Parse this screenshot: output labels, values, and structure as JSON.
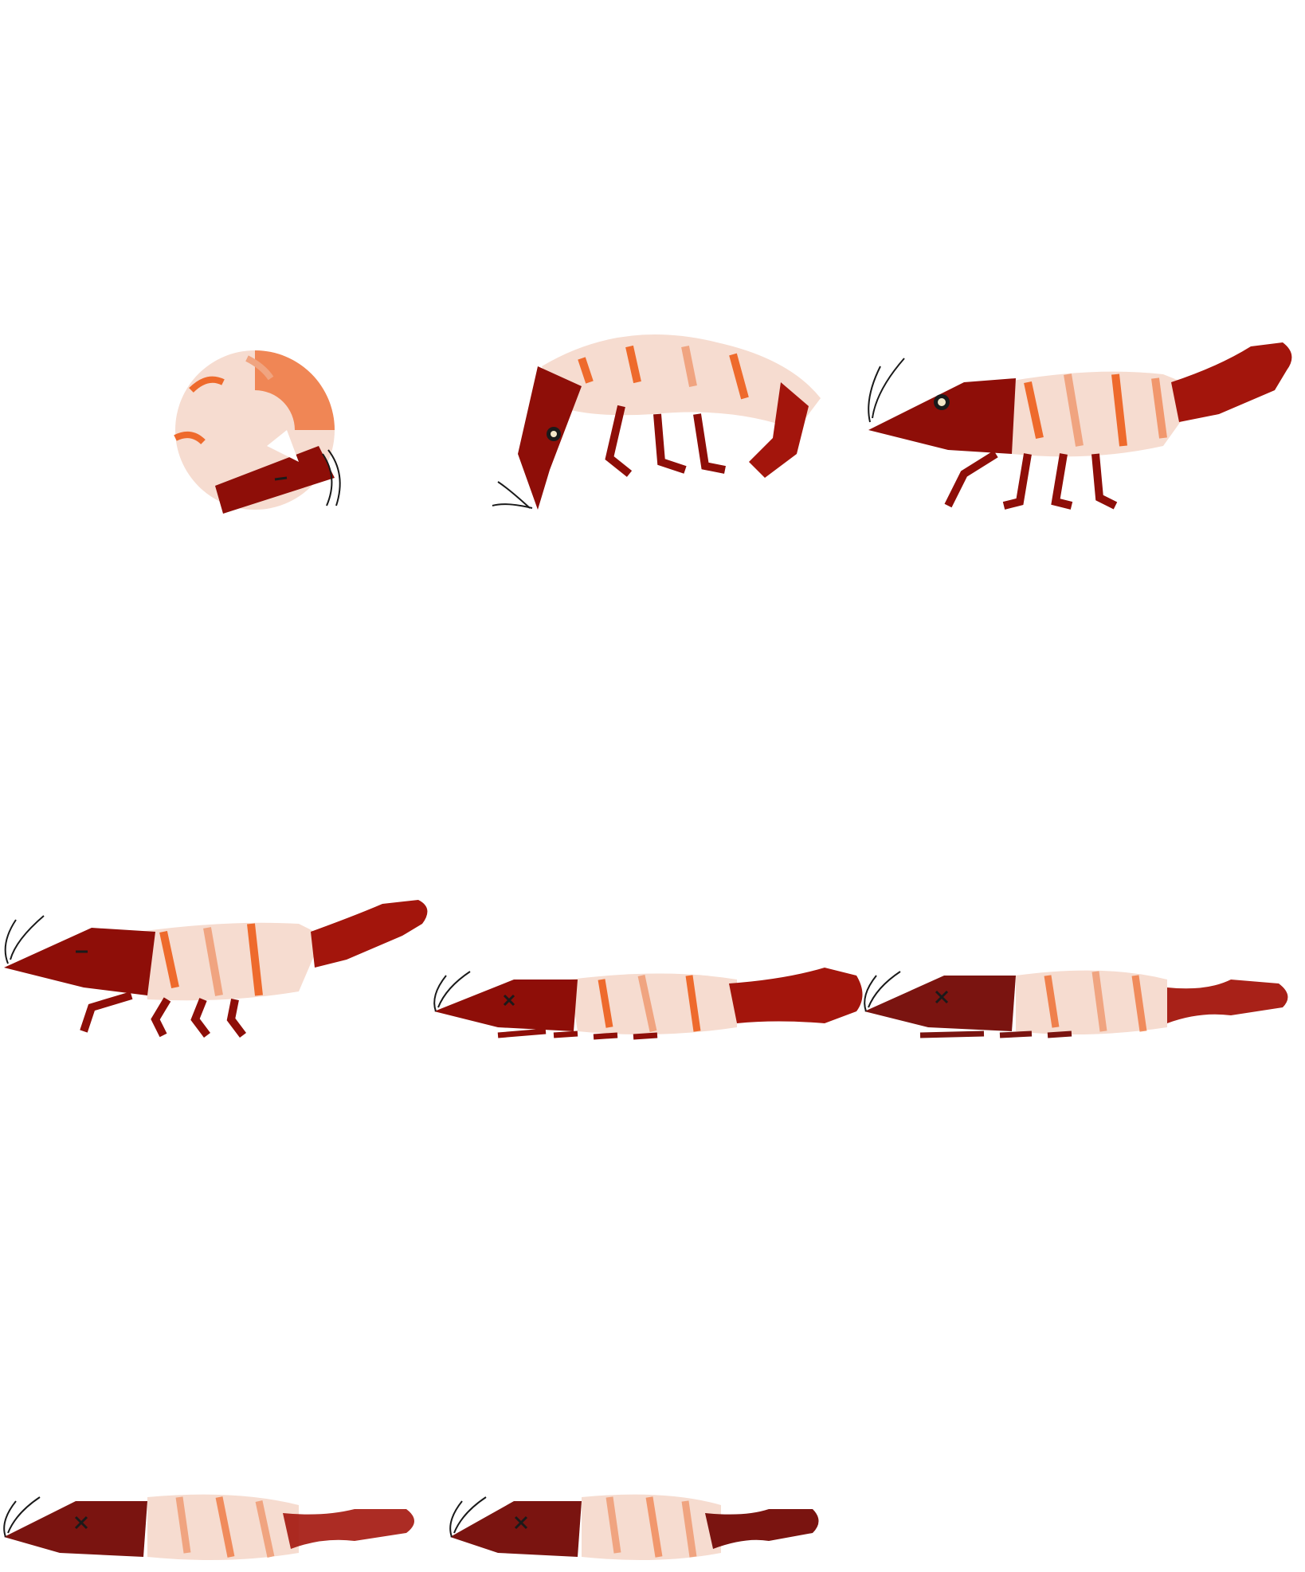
{
  "sprite_sheet": {
    "background": "#ffffff",
    "palette": {
      "shell_light": "#f6dcd0",
      "shell_pale": "#fbe9e0",
      "stripe_orange": "#ee6a2c",
      "stripe_soft": "#f0a480",
      "head_dark_red": "#8e0e08",
      "head_deep_red": "#7a1410",
      "tail_red": "#a3150c",
      "antenna_black": "#1a1a1a",
      "eye_cream": "#f3e7c8"
    },
    "frames": [
      {
        "pose": "curled",
        "eye": "closed"
      },
      {
        "pose": "hunched",
        "eye": "open"
      },
      {
        "pose": "walking",
        "eye": "open"
      },
      {
        "pose": "walking",
        "eye": "closed"
      },
      {
        "pose": "lying",
        "eye": "x"
      },
      {
        "pose": "lying",
        "eye": "x"
      },
      {
        "pose": "lying",
        "eye": "x"
      },
      {
        "pose": "lying",
        "eye": "x"
      }
    ]
  }
}
